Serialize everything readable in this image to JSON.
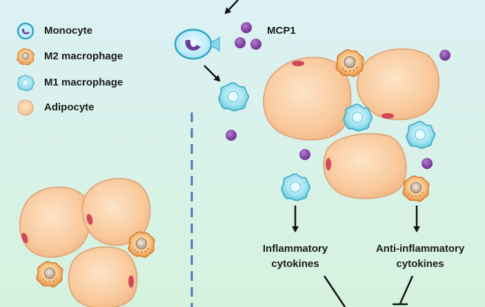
{
  "legend": {
    "monocyte": "Monocyte",
    "m2": "M2 macrophage",
    "m1": "M1 macrophage",
    "adipocyte": "Adipocyte"
  },
  "labels": {
    "mcp1": "MCP1",
    "inflammatory_line1": "Inflammatory",
    "inflammatory_line2": "cytokines",
    "anti_line1": "Anti-inflammatory",
    "anti_line2": "cytokines"
  },
  "colors": {
    "bg_top": "#dcf1f4",
    "bg_bottom": "#d5f2de",
    "fat_fill": "#f9c99c",
    "fat_stroke": "#e0a97e",
    "nucleus": "#d0495a",
    "monocyte": "#3ab2cf",
    "monocyte_fill": "#c8eef8",
    "monocyte_nucleus": "#6c3d9b",
    "m1": "#54c0d8",
    "m2": "#e48a3a",
    "mcp1_dot": "#7b3d9d",
    "divider": "#4a78b9"
  }
}
